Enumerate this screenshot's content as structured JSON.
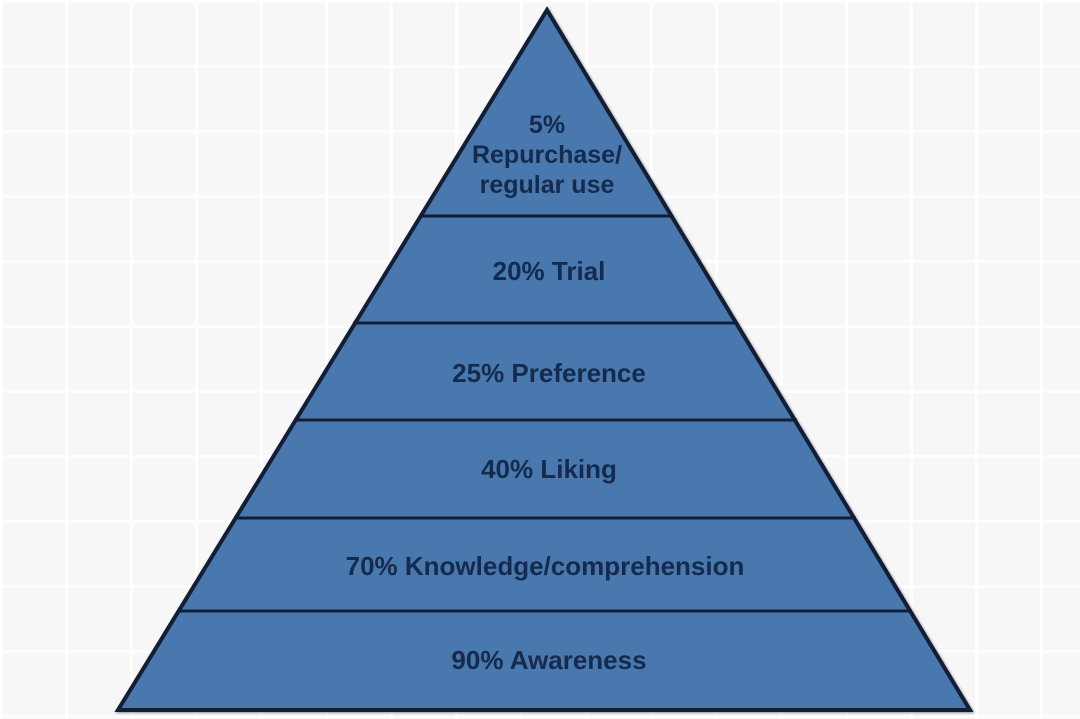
{
  "diagram": {
    "type": "pyramid",
    "colors": {
      "fill": "#4878ad",
      "outline": "#131e36",
      "divider": "#131e36",
      "text": "#152a4d",
      "background": "#fbfbfb"
    },
    "levels": [
      {
        "value": "5%",
        "label": "Repurchase/regular use",
        "lines": [
          "5%",
          "Repurchase/",
          "regular use"
        ]
      },
      {
        "value": "20%",
        "label": "Trial",
        "lines": [
          "20% Trial"
        ]
      },
      {
        "value": "25%",
        "label": "Preference",
        "lines": [
          "25% Preference"
        ]
      },
      {
        "value": "40%",
        "label": "Liking",
        "lines": [
          "40% Liking"
        ]
      },
      {
        "value": "70%",
        "label": "Knowledge/comprehension",
        "lines": [
          "70% Knowledge/comprehension"
        ]
      },
      {
        "value": "90%",
        "label": "Awareness",
        "lines": [
          "90% Awareness"
        ]
      }
    ]
  }
}
